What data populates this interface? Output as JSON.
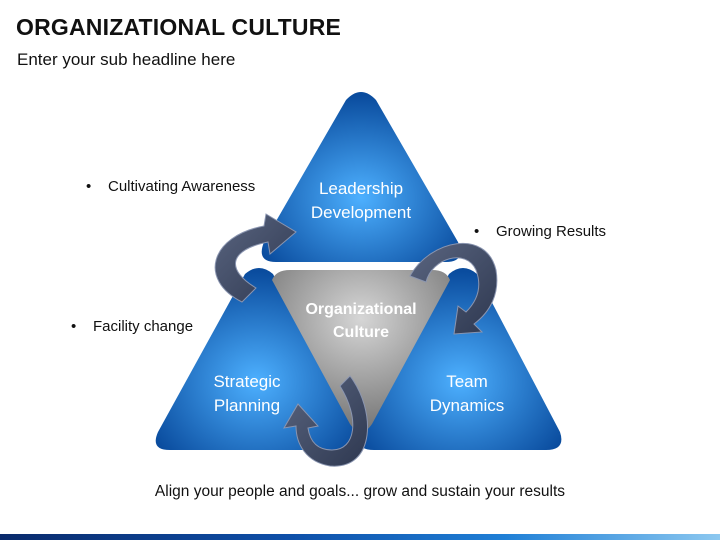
{
  "header": {
    "title": "ORGANIZATIONAL CULTURE",
    "subtitle": "Enter your sub headline here"
  },
  "diagram": {
    "top": {
      "line1": "Leadership",
      "line2": "Development"
    },
    "left": {
      "line1": "Strategic",
      "line2": "Planning"
    },
    "right": {
      "line1": "Team",
      "line2": "Dynamics"
    },
    "center": {
      "line1": "Organizational",
      "line2": "Culture"
    }
  },
  "bullets": [
    {
      "text": "Cultivating Awareness"
    },
    {
      "text": "Growing Results"
    },
    {
      "text": "Facility change"
    }
  ],
  "footer": {
    "text": "Align your people and goals... grow and sustain your results"
  },
  "colors": {
    "triangle_light": "#3aa0f0",
    "triangle_dark": "#0a4fa0",
    "center_light": "#c8c8c8",
    "center_dark": "#6e6e6e",
    "arrow": "#3a4560"
  }
}
